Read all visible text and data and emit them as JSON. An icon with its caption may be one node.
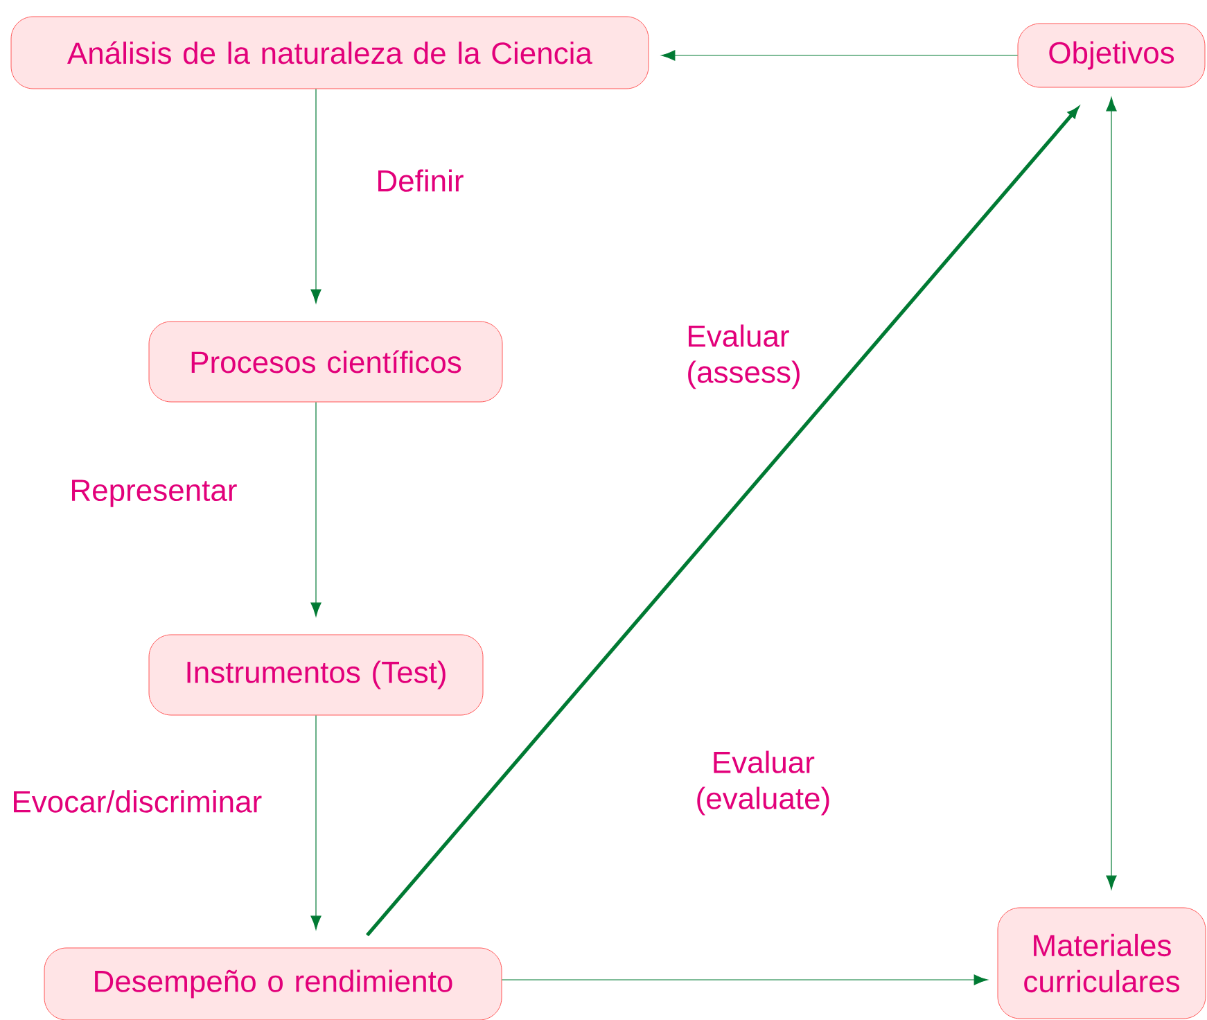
{
  "diagram": {
    "nodes": [
      {
        "text": [
          "Análisis de la naturaleza de la Ciencia"
        ]
      },
      {
        "text": [
          "Objetivos"
        ]
      },
      {
        "text": [
          "Procesos científicos"
        ]
      },
      {
        "text": [
          "Instrumentos (Test)"
        ]
      },
      {
        "text": [
          "Desempeño o rendimiento"
        ]
      },
      {
        "text": [
          "Materiales curriculares"
        ]
      }
    ],
    "edges": [
      {
        "from": 1,
        "to": 0,
        "arrow": "to"
      },
      {
        "from": 0,
        "to": 2,
        "arrow": "to",
        "label": "Definir"
      },
      {
        "from": 2,
        "to": 3,
        "arrow": "to",
        "label": "Representar"
      },
      {
        "from": 3,
        "to": 4,
        "arrow": "to",
        "label": "Evocar/discriminar"
      },
      {
        "from": 4,
        "to": 1,
        "arrow": "to",
        "style": "thick",
        "label": "Evaluar (assess)"
      },
      {
        "from": 1,
        "to": 5,
        "arrow": "both"
      },
      {
        "from": 4,
        "to": 5,
        "arrow": "to"
      }
    ],
    "labels": [
      "Evaluar (evaluate)"
    ]
  }
}
